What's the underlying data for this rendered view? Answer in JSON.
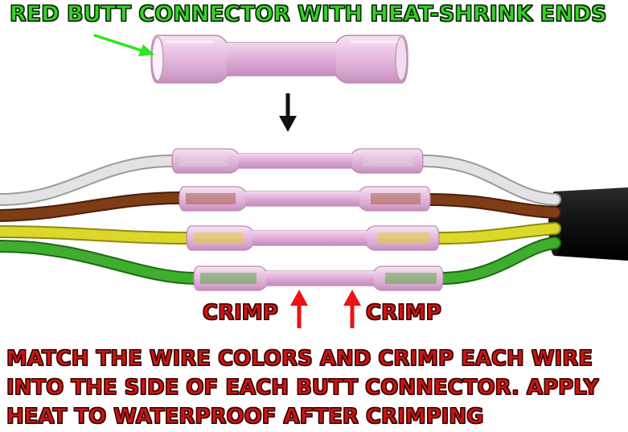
{
  "title": "RED BUTT CONNECTOR WITH HEAT-SHRINK ENDS",
  "crimp_label_left": "CRIMP",
  "crimp_label_right": "CRIMP",
  "instructions": [
    "MATCH THE WIRE COLORS AND CRIMP EACH WIRE",
    "INTO THE SIDE OF EACH BUTT CONNECTOR. APPLY",
    "HEAT TO WATERPROOF AFTER CRIMPING"
  ],
  "colors": {
    "title_text": "#39d12a",
    "label_text": "#c81612",
    "pointer_arrow": "#2ee61e",
    "crimp_arrow": "#ee1111",
    "connector": "#e2b4dc",
    "cable_jacket": "#0d0d0d",
    "wire_white": "#dcdcdc",
    "wire_brown": "#7a3a14",
    "wire_yellow": "#d8d424",
    "wire_green": "#3aa82a"
  },
  "wires": [
    "white-wire",
    "brown-wire",
    "yellow-wire",
    "green-wire"
  ]
}
